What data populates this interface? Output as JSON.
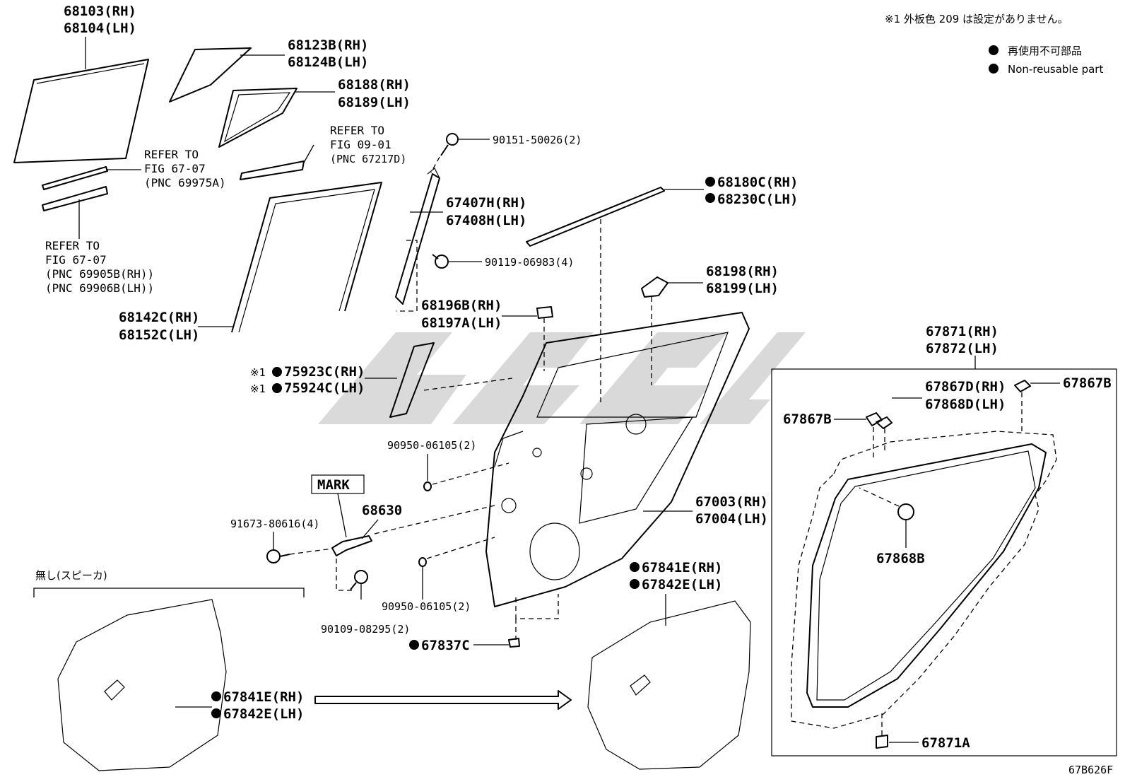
{
  "header": {
    "note1": "※1 外板色  209  は設定がありません。",
    "legend_line1": "再使用不可部品",
    "legend_line2": "Non-reusable part"
  },
  "labels": {
    "l68103": "68103(RH)",
    "l68104": "68104(LH)",
    "l68123b": "68123B(RH)",
    "l68124b": "68124B(LH)",
    "l68188": "68188(RH)",
    "l68189": "68189(LH)",
    "ref_a_1": "REFER TO",
    "ref_a_2": "FIG 09-01",
    "ref_a_3": "(PNC 67217D)",
    "ref_b_1": "REFER TO",
    "ref_b_2": "FIG 67-07",
    "ref_b_3": "(PNC 69975A)",
    "ref_c_1": "REFER TO",
    "ref_c_2": "FIG 67-07",
    "ref_c_3": "(PNC 69905B(RH))",
    "ref_c_4": "(PNC 69906B(LH))",
    "l90151": "90151-50026(2)",
    "l68180c": "68180C(RH)",
    "l68230c": "68230C(LH)",
    "l67407h": "67407H(RH)",
    "l67408h": "67408H(LH)",
    "l90119": "90119-06983(4)",
    "l68198": "68198(RH)",
    "l68199": "68199(LH)",
    "l68196b": "68196B(RH)",
    "l68197a": "68197A(LH)",
    "l68142c": "68142C(RH)",
    "l68152c": "68152C(LH)",
    "l67871": "67871(RH)",
    "l67872": "67872(LH)",
    "l75923c": "75923C(RH)",
    "l75924c": "75924C(LH)",
    "mark1": "※1",
    "mark2": "※1",
    "l67867d": "67867D(RH)",
    "l67868d": "67868D(LH)",
    "l67867b_r": "67867B",
    "l67867b_l": "67867B",
    "l90950_a": "90950-06105(2)",
    "mark_box": "MARK",
    "l68630": "68630",
    "l91673": "91673-80616(4)",
    "l67003": "67003(RH)",
    "l67004": "67004(LH)",
    "l67868b": "67868B",
    "l67841e_a": "67841E(RH)",
    "l67842e_a": "67842E(LH)",
    "jp_nashi": "無し(スピーカ)",
    "l90950_b": "90950-06105(2)",
    "l90109": "90109-08295(2)",
    "l67837c": "67837C",
    "l67841e_b": "67841E(RH)",
    "l67842e_b": "67842E(LH)",
    "l67871a": "67871A",
    "figure_code": "67B626F"
  }
}
